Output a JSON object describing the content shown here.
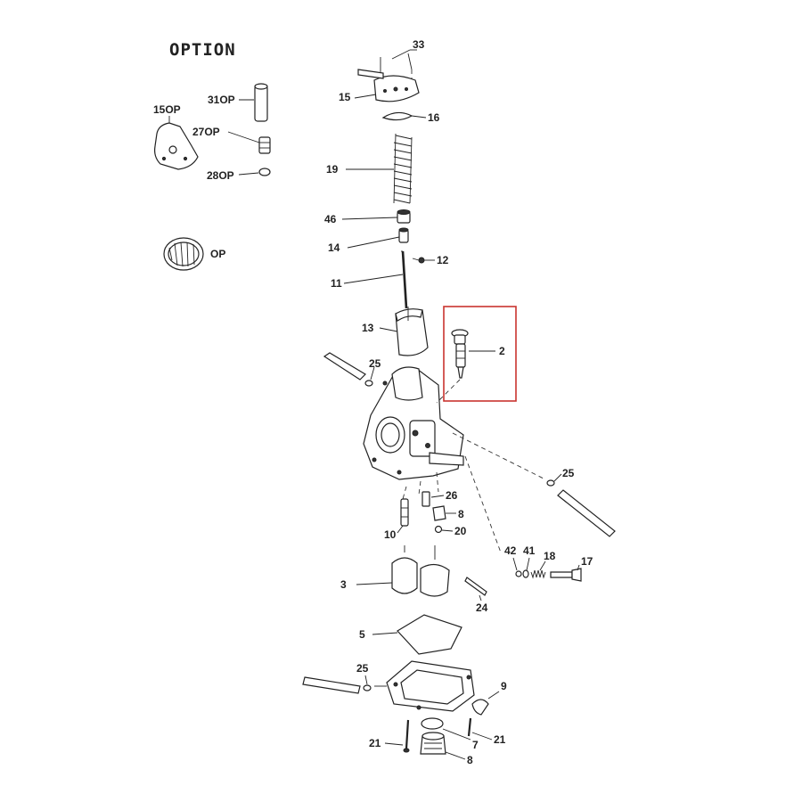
{
  "title": "OPTION",
  "highlight_color": "#c9342f",
  "labels": {
    "p33": "33",
    "p15": "15",
    "p16": "16",
    "p19": "19",
    "p46": "46",
    "p14": "14",
    "p12": "12",
    "p11": "11",
    "p13": "13",
    "p2": "2",
    "p25a": "25",
    "p25b": "25",
    "p25c": "25",
    "p26": "26",
    "p8a": "8",
    "p10": "10",
    "p20": "20",
    "p42": "42",
    "p41": "41",
    "p18": "18",
    "p17": "17",
    "p3": "3",
    "p24": "24",
    "p5": "5",
    "p9": "9",
    "p7": "7",
    "p21a": "21",
    "p21b": "21",
    "p8b": "8",
    "op31": "31OP",
    "op15": "15OP",
    "op27": "27OP",
    "op28": "28OP",
    "op": "OP"
  }
}
